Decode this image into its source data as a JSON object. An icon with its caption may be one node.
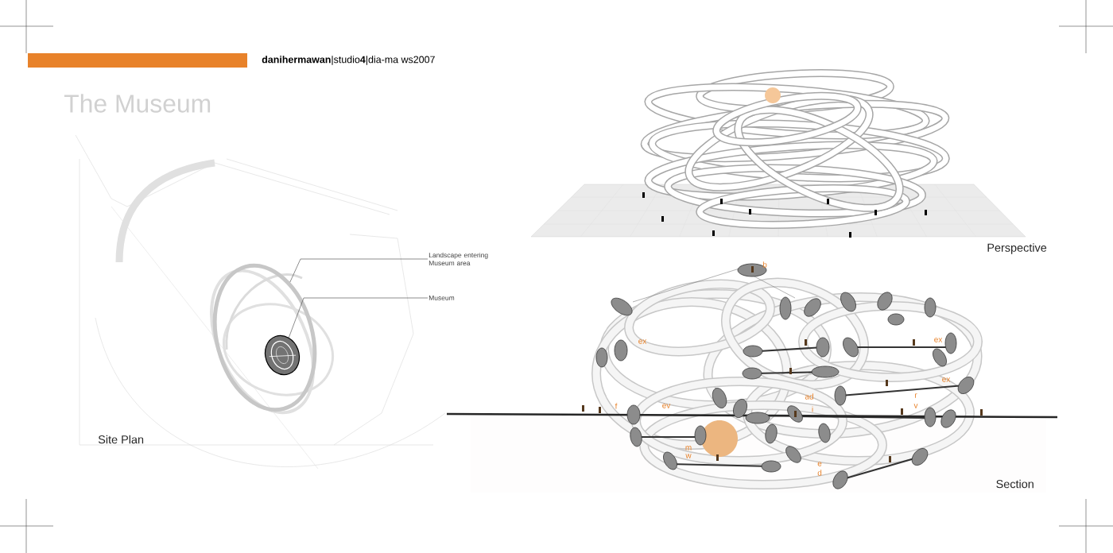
{
  "diagram": {
    "title": "The Museum",
    "nodes": [
      {
        "text": [
          "Landscape entering Museum area"
        ]
      },
      {
        "text": [
          "Museum"
        ]
      },
      {
        "text": [],
        "shape": "picture"
      },
      {
        "text": [],
        "shape": "picture",
        "in": 2
      }
    ],
    "edges": [
      {
        "from": 0,
        "to": 2,
        "arrow": "none"
      },
      {
        "from": 1,
        "to": 3,
        "arrow": "none"
      }
    ],
    "labels": [
      "**danihermawan**|studio**4**|dia-ma ws2007",
      "Site Plan",
      "Perspective",
      "b",
      "ex",
      "ex",
      "ex",
      "ad",
      "r",
      "f",
      "v",
      "i",
      "ev",
      "m",
      "w",
      "e",
      "d",
      "Section"
    ]
  }
}
